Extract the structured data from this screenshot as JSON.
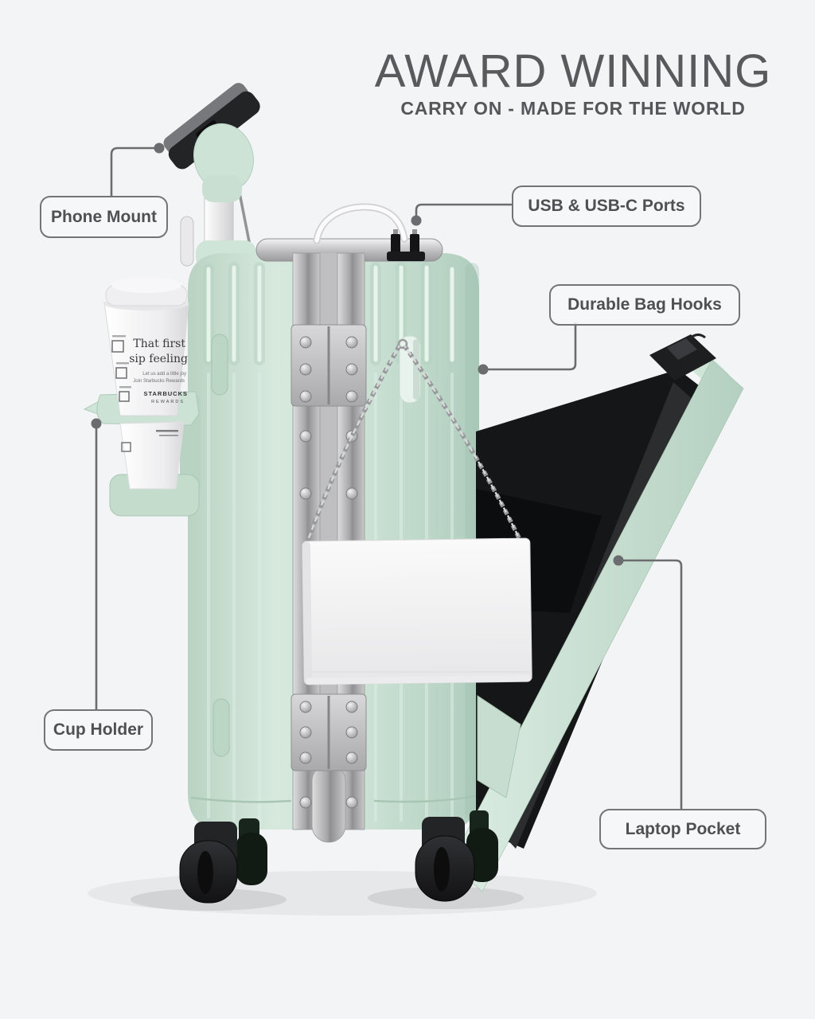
{
  "header": {
    "title": "AWARD WINNING",
    "subtitle": "CARRY ON - MADE FOR THE WORLD"
  },
  "callouts": [
    {
      "id": "phone-mount",
      "label": "Phone Mount"
    },
    {
      "id": "usb-ports",
      "label": "USB & USB-C Ports"
    },
    {
      "id": "bag-hooks",
      "label": "Durable Bag Hooks"
    },
    {
      "id": "cup-holder",
      "label": "Cup Holder"
    },
    {
      "id": "laptop-pocket",
      "label": "Laptop Pocket"
    }
  ],
  "cup": {
    "line1": "That first",
    "line2": "sip feeling",
    "line3": "Let us add a little joy",
    "line4": "Join Starbucks Rewards",
    "brand1": "STARBUCKS",
    "brand2": "REWARDS"
  },
  "palette": {
    "background": "#f3f4f6",
    "mint_shell": "#cfe4d7",
    "aluminum_silver": "#b2b2b4",
    "label_border": "#737477",
    "heading_gray": "#595a5d",
    "pocket_black": "#151618"
  }
}
